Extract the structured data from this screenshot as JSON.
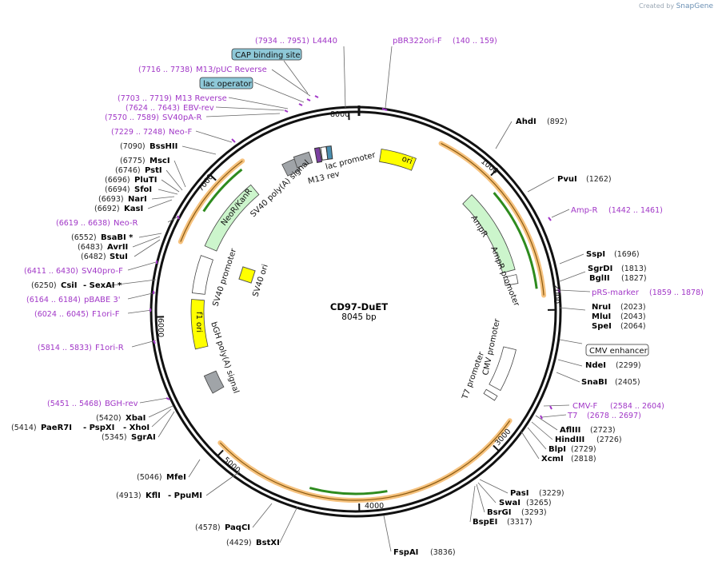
{
  "credit": {
    "prefix": "Created by",
    "brand": "SnapGene"
  },
  "plasmid": {
    "name": "CD97-DuET",
    "length_label": "8045 bp",
    "length": 8045
  },
  "colors": {
    "primer": "#a137c7",
    "ori": "#ffff00",
    "resistance": "#ccf5cc",
    "promoter": "#ffffff",
    "polyA": "#a0a4a8",
    "orf_highlight": "#f6c27e",
    "orf_arrow": "#2e8b1e",
    "boxed_feature": "#8ec8d8"
  },
  "ticks": [
    {
      "bp": 1000,
      "label": "1000"
    },
    {
      "bp": 2000,
      "label": "2000"
    },
    {
      "bp": 3000,
      "label": "3000"
    },
    {
      "bp": 4000,
      "label": "4000"
    },
    {
      "bp": 5000,
      "label": "5000"
    },
    {
      "bp": 6000,
      "label": "6000"
    },
    {
      "bp": 7000,
      "label": "7000"
    },
    {
      "bp": 8000,
      "label": "8000"
    }
  ],
  "features": [
    {
      "name": "ori",
      "start": 5800,
      "end": 6380,
      "color": "#ffff00",
      "inner": true
    },
    {
      "name": "AmpR",
      "start": 7000,
      "end": 7800,
      "color": "#ccf5cc",
      "inner": true
    },
    {
      "name": "AmpR promoter",
      "start": 7830,
      "end": 7930,
      "color": "#ffffff",
      "inner": true
    },
    {
      "name": "CMV promoter",
      "start": 8780,
      "end": 9150,
      "color": "#ffffff",
      "inner": true
    },
    {
      "name": "T7 promoter",
      "start": 9220,
      "end": 9270,
      "color": "#ffffff",
      "inner": true
    },
    {
      "name": "bGH poly(A) signal",
      "start": 12540,
      "end": 12720,
      "color": "#a0a4a8",
      "inner": true
    },
    {
      "name": "f1 ori",
      "start": 12950,
      "end": 13380,
      "color": "#ffff00",
      "inner": true
    },
    {
      "name": "SV40 promoter",
      "start": 13470,
      "end": 13800,
      "color": "#ffffff",
      "inner": true
    },
    {
      "name": "NeoR/KanR",
      "start": 13860,
      "end": 14650,
      "color": "#ccf5cc",
      "inner": true
    },
    {
      "name": "SV40 poly(A) signal",
      "start": 14960,
      "end": 15080,
      "color": "#a0a4a8",
      "inner": true
    }
  ],
  "inner_labels": [
    {
      "text": "ori"
    },
    {
      "text": "AmpR"
    },
    {
      "text": "AmpR promoter"
    },
    {
      "text": "CMV promoter"
    },
    {
      "text": "T7 promoter"
    },
    {
      "text": "bGH poly(A) signal"
    },
    {
      "text": "f1 ori"
    },
    {
      "text": "SV40 promoter"
    },
    {
      "text": "NeoR/KanR"
    },
    {
      "text": "SV40 poly(A) signal"
    },
    {
      "text": "SV40 ori"
    },
    {
      "text": "lac promoter"
    },
    {
      "text": "M13 rev"
    }
  ],
  "enzymes": [
    {
      "name": "AhdI",
      "pos": "(892)"
    },
    {
      "name": "PvuI",
      "pos": "(1262)"
    },
    {
      "name": "SspI",
      "pos": "(1696)"
    },
    {
      "name": "SgrDI",
      "pos": "(1813)"
    },
    {
      "name": "BglII",
      "pos": "(1827)"
    },
    {
      "name": "NruI",
      "pos": "(2023)"
    },
    {
      "name": "MluI",
      "pos": "(2043)"
    },
    {
      "name": "SpeI",
      "pos": "(2064)"
    },
    {
      "name": "NdeI",
      "pos": "(2299)"
    },
    {
      "name": "SnaBI",
      "pos": "(2405)"
    },
    {
      "name": "AflIII",
      "pos": "(2723)"
    },
    {
      "name": "HindIII",
      "pos": "(2726)"
    },
    {
      "name": "BlpI",
      "pos": "(2729)"
    },
    {
      "name": "XcmI",
      "pos": "(2818)"
    },
    {
      "name": "PasI",
      "pos": "(3229)"
    },
    {
      "name": "SwaI",
      "pos": "(3265)"
    },
    {
      "name": "BsrGI",
      "pos": "(3293)"
    },
    {
      "name": "BspEI",
      "pos": "(3317)"
    },
    {
      "name": "FspAI",
      "pos": "(3836)"
    },
    {
      "name": "BstXI",
      "pos": "(4429)"
    },
    {
      "name": "PaqCI",
      "pos": "(4578)"
    },
    {
      "name": "KflI",
      "pos": "(4913)"
    },
    {
      "name": "- PpuMI",
      "pos": ""
    },
    {
      "name": "MfeI",
      "pos": "(5046)"
    },
    {
      "name": "SgrAI",
      "pos": "(5345)"
    },
    {
      "name": "PaeR7I",
      "pos": "(5414)"
    },
    {
      "name": "- PspXI",
      "pos": ""
    },
    {
      "name": "- XhoI",
      "pos": ""
    },
    {
      "name": "XbaI",
      "pos": "(5420)"
    },
    {
      "name": "CsiI",
      "pos": "(6250)"
    },
    {
      "name": "- SexAI *",
      "pos": ""
    },
    {
      "name": "StuI",
      "pos": "(6482)"
    },
    {
      "name": "AvrII",
      "pos": "(6483)"
    },
    {
      "name": "BsaBI *",
      "pos": "(6552)"
    },
    {
      "name": "KasI",
      "pos": "(6692)"
    },
    {
      "name": "NarI",
      "pos": "(6693)"
    },
    {
      "name": "SfoI",
      "pos": "(6694)"
    },
    {
      "name": "PluTI",
      "pos": "(6696)"
    },
    {
      "name": "PstI",
      "pos": "(6746)"
    },
    {
      "name": "MscI",
      "pos": "(6775)"
    },
    {
      "name": "BssHII",
      "pos": "(7090)"
    }
  ],
  "primers": [
    {
      "name": "L4440",
      "pos": "(7934 .. 7951)"
    },
    {
      "name": "pBR322ori-F",
      "pos": "(140 .. 159)"
    },
    {
      "name": "M13/pUC Reverse",
      "pos": "(7716 .. 7738)"
    },
    {
      "name": "M13 Reverse",
      "pos": "(7703 .. 7719)"
    },
    {
      "name": "EBV-rev",
      "pos": "(7624 .. 7643)"
    },
    {
      "name": "SV40pA-R",
      "pos": "(7570 .. 7589)"
    },
    {
      "name": "Neo-F",
      "pos": "(7229 .. 7248)"
    },
    {
      "name": "Amp-R",
      "pos": "(1442 .. 1461)"
    },
    {
      "name": "pRS-marker",
      "pos": "(1859 .. 1878)"
    },
    {
      "name": "Neo-R",
      "pos": "(6619 .. 6638)"
    },
    {
      "name": "SV40pro-F",
      "pos": "(6411 .. 6430)"
    },
    {
      "name": "pBABE 3'",
      "pos": "(6164 .. 6184)"
    },
    {
      "name": "F1ori-F",
      "pos": "(6024 .. 6045)"
    },
    {
      "name": "F1ori-R",
      "pos": "(5814 .. 5833)"
    },
    {
      "name": "BGH-rev",
      "pos": "(5451 .. 5468)"
    },
    {
      "name": "CMV-F",
      "pos": "(2584 .. 2604)"
    },
    {
      "name": "T7",
      "pos": "(2678 .. 2697)"
    }
  ],
  "boxed_features": [
    {
      "name": "CAP binding site"
    },
    {
      "name": "lac operator"
    },
    {
      "name": "CMV enhancer"
    }
  ]
}
